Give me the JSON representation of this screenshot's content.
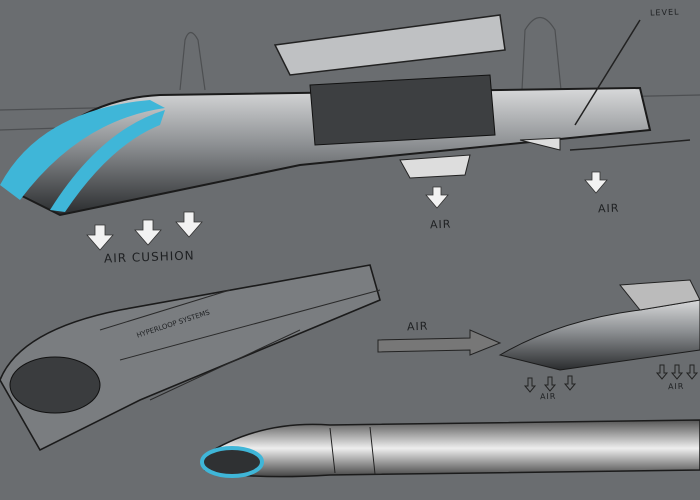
{
  "labels": {
    "air_cushion": "AIR CUSHION",
    "air_mid": "AIR",
    "air_right": "AIR",
    "air_arrow": "AIR",
    "air_small_left": "AIR",
    "air_small_right": "AIR",
    "level_partial": "LEVEL",
    "pod_text": "HYPERLOOP SYSTEMS"
  },
  "colors": {
    "background": "#6a6d70",
    "accent_blue": "#3fb6d8",
    "pencil": "#1e2022",
    "highlight": "#f2f2f2"
  }
}
